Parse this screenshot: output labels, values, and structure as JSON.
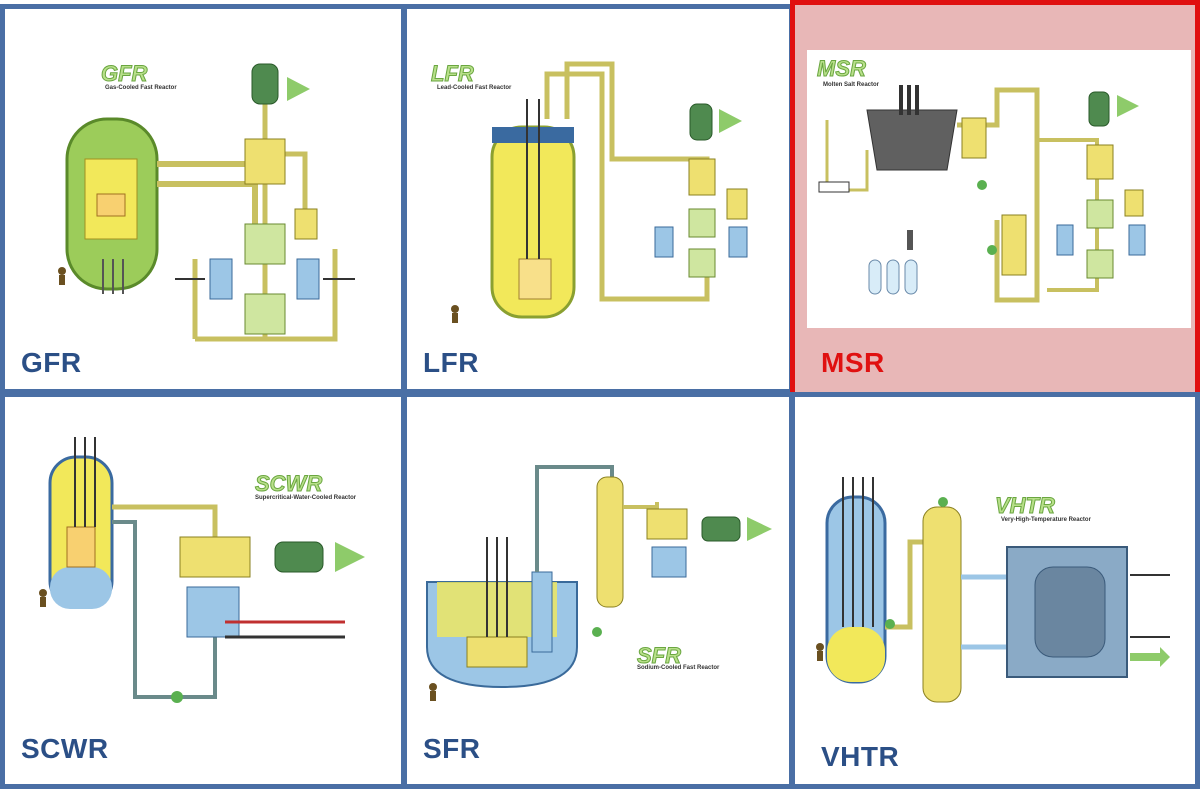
{
  "panels": {
    "gfr": {
      "label": "GFR",
      "title": "GFR",
      "subtitle": "Gas-Cooled Fast Reactor",
      "selected": false
    },
    "lfr": {
      "label": "LFR",
      "title": "LFR",
      "subtitle": "Lead-Cooled Fast Reactor",
      "selected": false
    },
    "msr": {
      "label": "MSR",
      "title": "MSR",
      "subtitle": "Molten Salt Reactor",
      "selected": true
    },
    "scwr": {
      "label": "SCWR",
      "title": "SCWR",
      "subtitle": "Supercritical-Water-Cooled Reactor",
      "selected": false
    },
    "sfr": {
      "label": "SFR",
      "title": "SFR",
      "subtitle": "Sodium-Cooled Fast Reactor",
      "selected": false
    },
    "vhtr": {
      "label": "VHTR",
      "title": "VHTR",
      "subtitle": "Very-High-Temperature Reactor",
      "selected": false
    }
  },
  "colors": {
    "panel_border": "#4a6fa5",
    "selected_border": "#e01010",
    "selected_fill": "#e8b7b7",
    "label_text": "#2b4f86",
    "selected_label_text": "#e01010",
    "reactor_yellow": "#f2e85a",
    "vessel_green": "#9ccc5a",
    "pipe_olive": "#c8c060",
    "hx_blue": "#9cc6e6",
    "generator_green": "#4f8a4f"
  }
}
